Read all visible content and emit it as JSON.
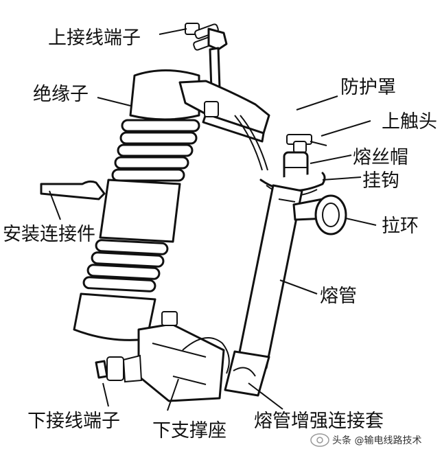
{
  "labels": {
    "upper_terminal": "上接线端子",
    "insulator": "绝缘子",
    "mounting_piece": "安装连接件",
    "lower_terminal": "下接线端子",
    "lower_support": "下支撑座",
    "tube_reinforcement": "熔管增强连接套",
    "protective_cover": "防护罩",
    "upper_contact": "上触头",
    "fuse_cap": "熔丝帽",
    "hook": "挂钩",
    "pull_ring": "拉环",
    "fuse_tube": "熔管"
  },
  "watermark": {
    "text": "头条 @输电线路技术",
    "icon": "camera-logo-icon"
  }
}
